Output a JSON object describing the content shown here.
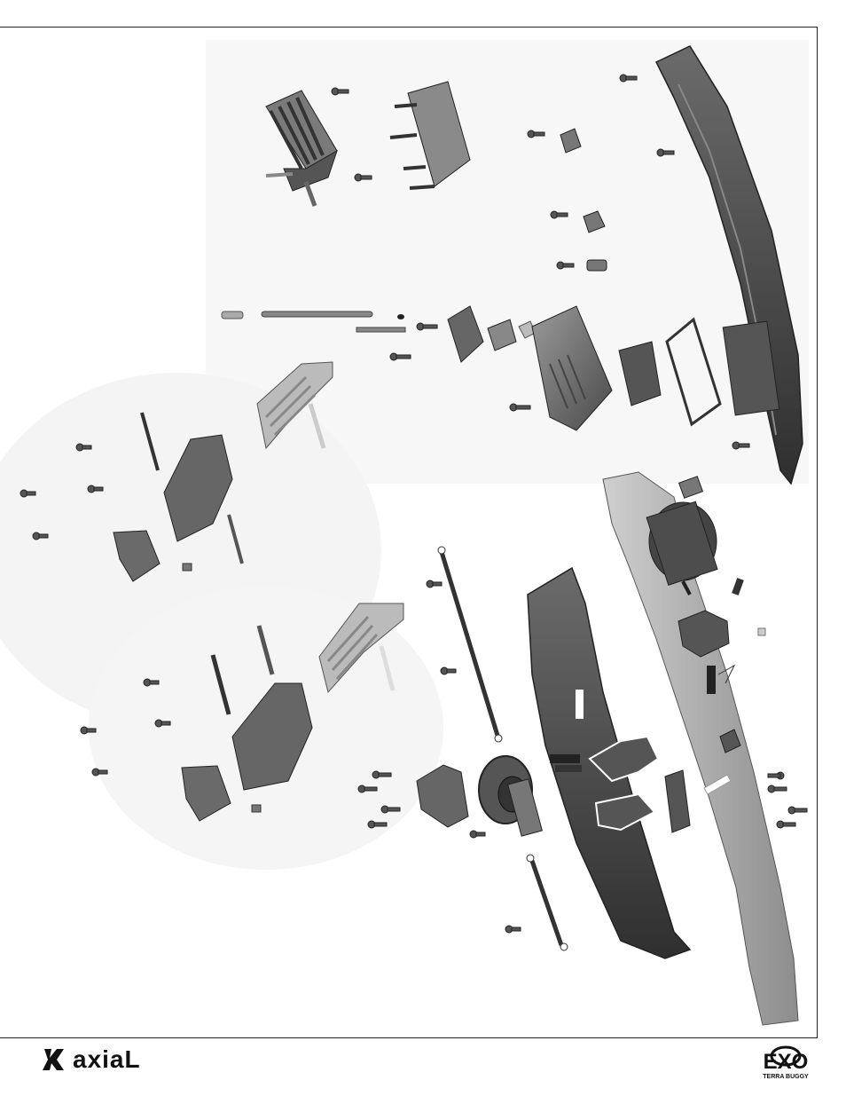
{
  "footer": {
    "brand_left": "axiaL",
    "brand_right": "EXO",
    "brand_right_sub": "TERRA BUGGY"
  },
  "diagram": {
    "type": "exploded assembly view",
    "callouts": []
  }
}
